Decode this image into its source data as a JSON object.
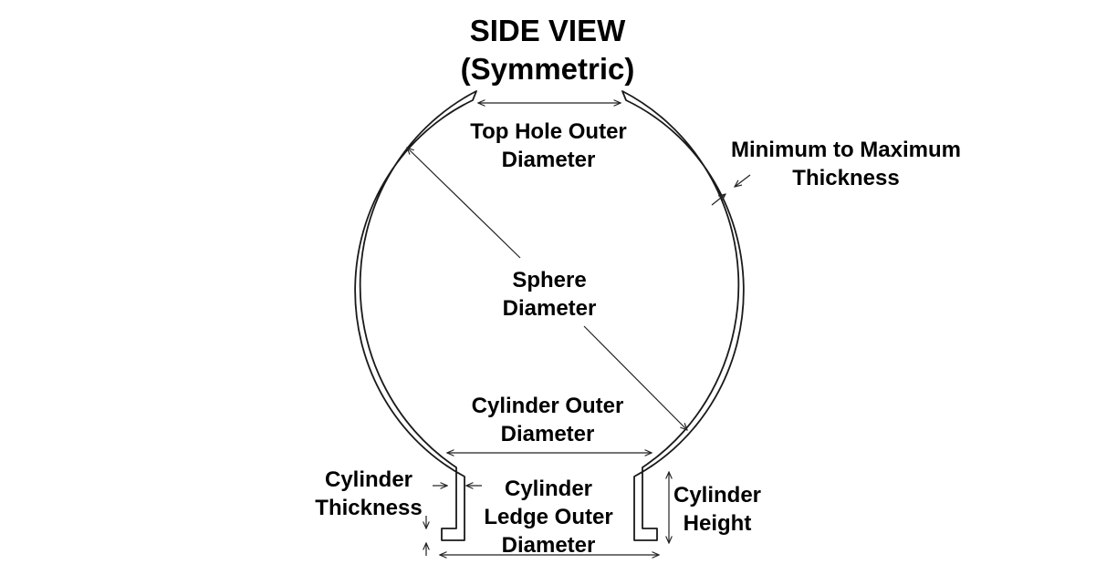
{
  "title": {
    "line1": "SIDE VIEW",
    "line2": "(Symmetric)"
  },
  "labels": {
    "top_hole": [
      "Top Hole Outer",
      "Diameter"
    ],
    "thickness": [
      "Minimum to Maximum",
      "Thickness"
    ],
    "sphere": [
      "Sphere",
      "Diameter"
    ],
    "cylinder_outer": [
      "Cylinder Outer",
      "Diameter"
    ],
    "cylinder_thickness": [
      "Cylinder",
      "Thickness"
    ],
    "ledge": [
      "Cylinder",
      "Ledge Outer",
      "Diameter"
    ],
    "cylinder_height": [
      "Cylinder",
      "Height"
    ]
  }
}
